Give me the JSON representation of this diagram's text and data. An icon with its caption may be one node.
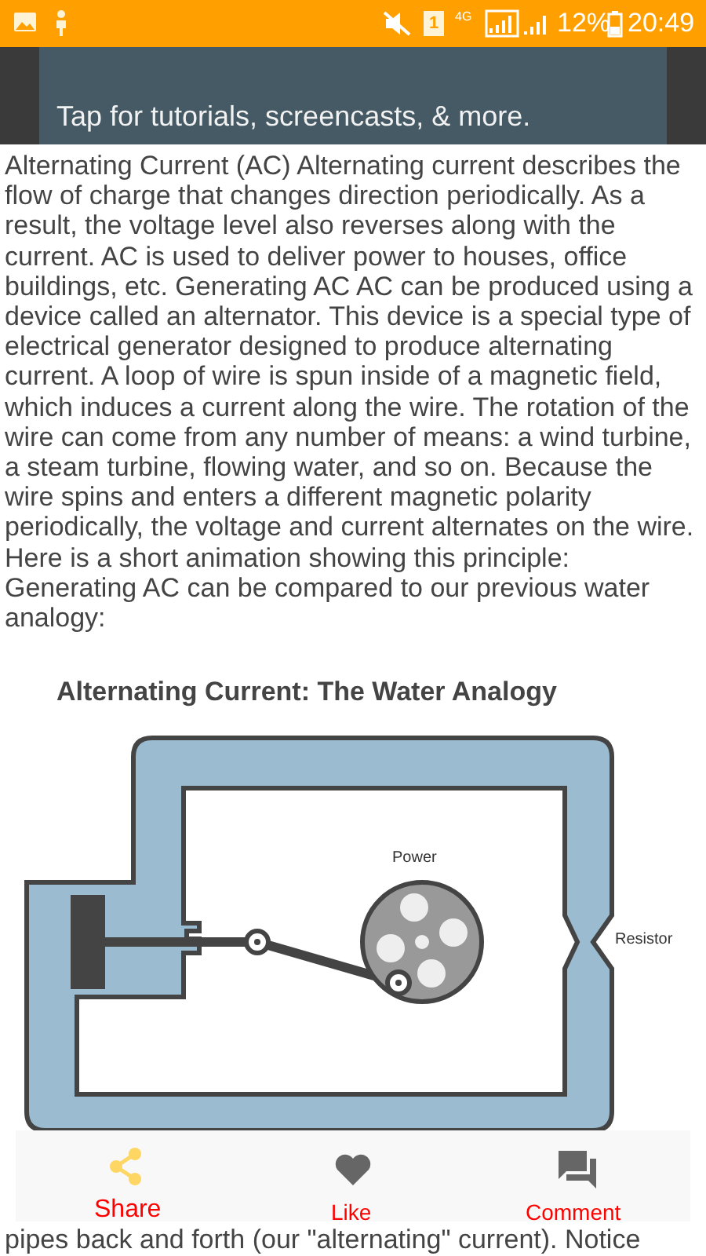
{
  "diagram": {
    "title": "Alternating Current: The Water Analogy",
    "labels": [
      "1",
      "4G",
      "12%",
      "20:49",
      "Tap for tutorials, screencasts, & more.",
      "Alternating Current (AC) Alternating current describes the flow of charge that changes direction periodically. As a result, the voltage level also reverses along with the current. AC is used to deliver power to houses, office buildings, etc. Generating AC AC can be produced using a device called an alternator. This device is a special type of electrical generator designed to produce alternating current. A loop of wire is spun inside of a magnetic field, which induces a current along the wire. The rotation of the wire can come from any number of means: a wind turbine, a steam turbine, flowing water, and so on. Because the wire spins and enters a different magnetic polarity periodically, the voltage and current alternates on the wire. Here is a short animation showing this principle:  Generating AC can be compared to our previous water analogy:",
      "Power",
      "Resistor",
      "Share",
      "Like",
      "Comment",
      "pipes back and forth (our \"alternating\" current). Notice"
    ]
  }
}
